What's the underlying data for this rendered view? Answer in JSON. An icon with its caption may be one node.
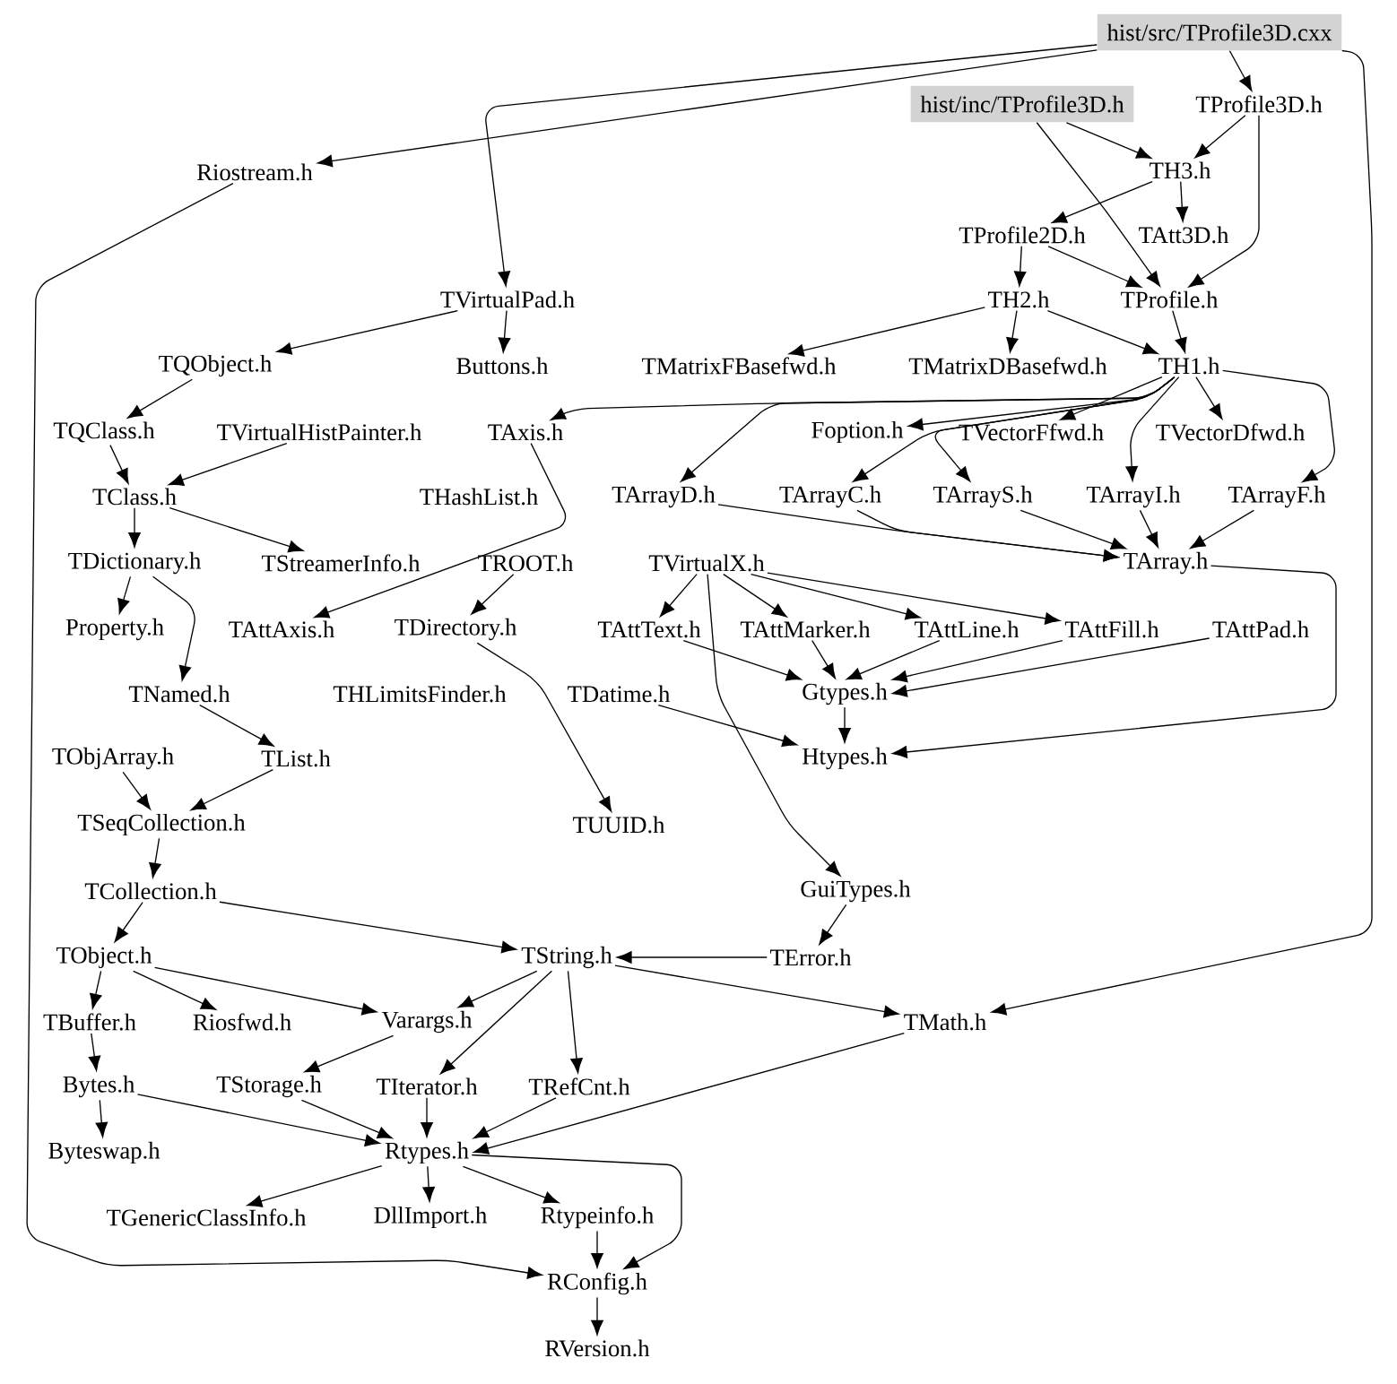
{
  "diagram": {
    "nodes": [
      {
        "text": [
          "hist/src/TProfile3D.cxx"
        ]
      },
      {
        "text": [
          "hist/inc/TProfile3D.h"
        ]
      },
      {
        "text": [
          "TProfile3D.h"
        ]
      },
      {
        "text": [
          "Riostream.h"
        ]
      },
      {
        "text": [
          "TH3.h"
        ]
      },
      {
        "text": [
          "TProfile2D.h"
        ]
      },
      {
        "text": [
          "TAtt3D.h"
        ]
      },
      {
        "text": [
          "TVirtualPad.h"
        ]
      },
      {
        "text": [
          "TH2.h"
        ]
      },
      {
        "text": [
          "TProfile.h"
        ]
      },
      {
        "text": [
          "TQObject.h"
        ]
      },
      {
        "text": [
          "Buttons.h"
        ]
      },
      {
        "text": [
          "TMatrixFBasefwd.h"
        ]
      },
      {
        "text": [
          "TMatrixDBasefwd.h"
        ]
      },
      {
        "text": [
          "TH1.h"
        ]
      },
      {
        "text": [
          "TQClass.h"
        ]
      },
      {
        "text": [
          "TVirtualHistPainter.h"
        ]
      },
      {
        "text": [
          "TAxis.h"
        ]
      },
      {
        "text": [
          "Foption.h"
        ]
      },
      {
        "text": [
          "TVectorFfwd.h"
        ]
      },
      {
        "text": [
          "TVectorDfwd.h"
        ]
      },
      {
        "text": [
          "TClass.h"
        ]
      },
      {
        "text": [
          "THashList.h"
        ]
      },
      {
        "text": [
          "TArrayD.h"
        ]
      },
      {
        "text": [
          "TArrayC.h"
        ]
      },
      {
        "text": [
          "TArrayS.h"
        ]
      },
      {
        "text": [
          "TArrayI.h"
        ]
      },
      {
        "text": [
          "TArrayF.h"
        ]
      },
      {
        "text": [
          "TDictionary.h"
        ]
      },
      {
        "text": [
          "TStreamerInfo.h"
        ]
      },
      {
        "text": [
          "TROOT.h"
        ]
      },
      {
        "text": [
          "TVirtualX.h"
        ]
      },
      {
        "text": [
          "TArray.h"
        ]
      },
      {
        "text": [
          "Property.h"
        ]
      },
      {
        "text": [
          "TAttAxis.h"
        ]
      },
      {
        "text": [
          "TDirectory.h"
        ]
      },
      {
        "text": [
          "TAttText.h"
        ]
      },
      {
        "text": [
          "TAttMarker.h"
        ]
      },
      {
        "text": [
          "TAttLine.h"
        ]
      },
      {
        "text": [
          "TAttFill.h"
        ]
      },
      {
        "text": [
          "TAttPad.h"
        ]
      },
      {
        "text": [
          "TNamed.h"
        ]
      },
      {
        "text": [
          "THLimitsFinder.h"
        ]
      },
      {
        "text": [
          "TDatime.h"
        ]
      },
      {
        "text": [
          "Gtypes.h"
        ]
      },
      {
        "text": [
          "TObjArray.h"
        ]
      },
      {
        "text": [
          "TList.h"
        ]
      },
      {
        "text": [
          "Htypes.h"
        ]
      },
      {
        "text": [
          "TSeqCollection.h"
        ]
      },
      {
        "text": [
          "TUUID.h"
        ]
      },
      {
        "text": [
          "GuiTypes.h"
        ]
      },
      {
        "text": [
          "TCollection.h"
        ]
      },
      {
        "text": [
          "TObject.h"
        ]
      },
      {
        "text": [
          "TString.h"
        ]
      },
      {
        "text": [
          "TError.h"
        ]
      },
      {
        "text": [
          "TBuffer.h"
        ]
      },
      {
        "text": [
          "Riosfwd.h"
        ]
      },
      {
        "text": [
          "Varargs.h"
        ]
      },
      {
        "text": [
          "TMath.h"
        ]
      },
      {
        "text": [
          "Bytes.h"
        ]
      },
      {
        "text": [
          "TStorage.h"
        ]
      },
      {
        "text": [
          "TIterator.h"
        ]
      },
      {
        "text": [
          "TRefCnt.h"
        ]
      },
      {
        "text": [
          "Rtypes.h"
        ]
      },
      {
        "text": [
          "Byteswap.h"
        ]
      },
      {
        "text": [
          "TGenericClassInfo.h"
        ]
      },
      {
        "text": [
          "DllImport.h"
        ]
      },
      {
        "text": [
          "Rtypeinfo.h"
        ]
      },
      {
        "text": [
          "RConfig.h"
        ]
      },
      {
        "text": [
          "RVersion.h"
        ]
      }
    ],
    "edges": [
      {
        "from": 0,
        "to": 3,
        "arrow": "to"
      },
      {
        "from": 0,
        "to": 7,
        "arrow": "to"
      },
      {
        "from": 0,
        "to": 2,
        "arrow": "to"
      },
      {
        "from": 0,
        "to": 58,
        "arrow": "to"
      },
      {
        "from": 1,
        "to": 4,
        "arrow": "to"
      },
      {
        "from": 1,
        "to": 9,
        "arrow": "to"
      },
      {
        "from": 2,
        "to": 4,
        "arrow": "to"
      },
      {
        "from": 2,
        "to": 9,
        "arrow": "to"
      },
      {
        "from": 4,
        "to": 5,
        "arrow": "to"
      },
      {
        "from": 4,
        "to": 6,
        "arrow": "to"
      },
      {
        "from": 5,
        "to": 8,
        "arrow": "to"
      },
      {
        "from": 5,
        "to": 9,
        "arrow": "to"
      },
      {
        "from": 8,
        "to": 12,
        "arrow": "to"
      },
      {
        "from": 8,
        "to": 13,
        "arrow": "to"
      },
      {
        "from": 8,
        "to": 14,
        "arrow": "to"
      },
      {
        "from": 9,
        "to": 14,
        "arrow": "to"
      },
      {
        "from": 14,
        "to": 18,
        "arrow": "to"
      },
      {
        "from": 14,
        "to": 19,
        "arrow": "to"
      },
      {
        "from": 14,
        "to": 20,
        "arrow": "to"
      },
      {
        "from": 14,
        "to": 17,
        "arrow": "to"
      },
      {
        "from": 14,
        "to": 23,
        "arrow": "to"
      },
      {
        "from": 14,
        "to": 24,
        "arrow": "to"
      },
      {
        "from": 14,
        "to": 25,
        "arrow": "to"
      },
      {
        "from": 14,
        "to": 26,
        "arrow": "to"
      },
      {
        "from": 14,
        "to": 27,
        "arrow": "to"
      },
      {
        "from": 7,
        "to": 10,
        "arrow": "to"
      },
      {
        "from": 7,
        "to": 11,
        "arrow": "to"
      },
      {
        "from": 10,
        "to": 15,
        "arrow": "to"
      },
      {
        "from": 15,
        "to": 21,
        "arrow": "to"
      },
      {
        "from": 16,
        "to": 21,
        "arrow": "to"
      },
      {
        "from": 17,
        "to": 34,
        "arrow": "to"
      },
      {
        "from": 21,
        "to": 28,
        "arrow": "to"
      },
      {
        "from": 21,
        "to": 29,
        "arrow": "to"
      },
      {
        "from": 28,
        "to": 33,
        "arrow": "to"
      },
      {
        "from": 28,
        "to": 41,
        "arrow": "to"
      },
      {
        "from": 30,
        "to": 35,
        "arrow": "to"
      },
      {
        "from": 31,
        "to": 36,
        "arrow": "to"
      },
      {
        "from": 31,
        "to": 37,
        "arrow": "to"
      },
      {
        "from": 31,
        "to": 38,
        "arrow": "to"
      },
      {
        "from": 31,
        "to": 39,
        "arrow": "to"
      },
      {
        "from": 31,
        "to": 50,
        "arrow": "to"
      },
      {
        "from": 36,
        "to": 44,
        "arrow": "to"
      },
      {
        "from": 37,
        "to": 44,
        "arrow": "to"
      },
      {
        "from": 38,
        "to": 44,
        "arrow": "to"
      },
      {
        "from": 39,
        "to": 44,
        "arrow": "to"
      },
      {
        "from": 40,
        "to": 44,
        "arrow": "to"
      },
      {
        "from": 44,
        "to": 47,
        "arrow": "to"
      },
      {
        "from": 23,
        "to": 32,
        "arrow": "to"
      },
      {
        "from": 24,
        "to": 32,
        "arrow": "to"
      },
      {
        "from": 25,
        "to": 32,
        "arrow": "to"
      },
      {
        "from": 26,
        "to": 32,
        "arrow": "to"
      },
      {
        "from": 27,
        "to": 32,
        "arrow": "to"
      },
      {
        "from": 32,
        "to": 47,
        "arrow": "to"
      },
      {
        "from": 41,
        "to": 46,
        "arrow": "to"
      },
      {
        "from": 43,
        "to": 47,
        "arrow": "to"
      },
      {
        "from": 35,
        "to": 49,
        "arrow": "to"
      },
      {
        "from": 45,
        "to": 48,
        "arrow": "to"
      },
      {
        "from": 46,
        "to": 48,
        "arrow": "to"
      },
      {
        "from": 48,
        "to": 51,
        "arrow": "to"
      },
      {
        "from": 51,
        "to": 52,
        "arrow": "to"
      },
      {
        "from": 51,
        "to": 53,
        "arrow": "to"
      },
      {
        "from": 52,
        "to": 55,
        "arrow": "to"
      },
      {
        "from": 52,
        "to": 56,
        "arrow": "to"
      },
      {
        "from": 52,
        "to": 57,
        "arrow": "to"
      },
      {
        "from": 53,
        "to": 57,
        "arrow": "to"
      },
      {
        "from": 53,
        "to": 61,
        "arrow": "to"
      },
      {
        "from": 53,
        "to": 62,
        "arrow": "to"
      },
      {
        "from": 53,
        "to": 58,
        "arrow": "to"
      },
      {
        "from": 50,
        "to": 54,
        "arrow": "to"
      },
      {
        "from": 54,
        "to": 53,
        "arrow": "to"
      },
      {
        "from": 57,
        "to": 60,
        "arrow": "to"
      },
      {
        "from": 55,
        "to": 59,
        "arrow": "to"
      },
      {
        "from": 59,
        "to": 64,
        "arrow": "to"
      },
      {
        "from": 59,
        "to": 63,
        "arrow": "to"
      },
      {
        "from": 60,
        "to": 63,
        "arrow": "to"
      },
      {
        "from": 61,
        "to": 63,
        "arrow": "to"
      },
      {
        "from": 62,
        "to": 63,
        "arrow": "to"
      },
      {
        "from": 58,
        "to": 63,
        "arrow": "to"
      },
      {
        "from": 63,
        "to": 65,
        "arrow": "to"
      },
      {
        "from": 63,
        "to": 66,
        "arrow": "to"
      },
      {
        "from": 63,
        "to": 67,
        "arrow": "to"
      },
      {
        "from": 63,
        "to": 68,
        "arrow": "to"
      },
      {
        "from": 67,
        "to": 68,
        "arrow": "to"
      },
      {
        "from": 3,
        "to": 68,
        "arrow": "to"
      },
      {
        "from": 68,
        "to": 69,
        "arrow": "to"
      }
    ]
  }
}
